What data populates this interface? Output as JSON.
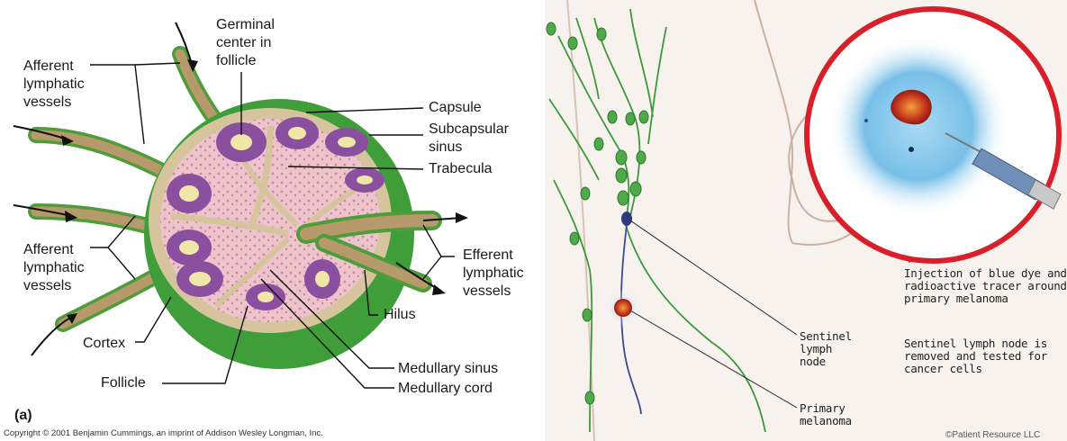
{
  "left_panel": {
    "panel_letter": "(a)",
    "labels": {
      "germinal": "Germinal\ncenter in\nfollicle",
      "afferent_top": "Afferent\nlymphatic\nvessels",
      "afferent_bottom": "Afferent\nlymphatic\nvessels",
      "capsule": "Capsule",
      "subcapsular": "Subcapsular\nsinus",
      "trabecula": "Trabecula",
      "efferent": "Efferent\nlymphatic\nvessels",
      "hilus": "Hilus",
      "cortex": "Cortex",
      "follicle": "Follicle",
      "medullary_sinus": "Medullary sinus",
      "medullary_cord": "Medullary cord"
    },
    "copyright": "Copyright © 2001 Benjamin Cummings, an imprint of Addison Wesley Longman, Inc."
  },
  "right_panel": {
    "labels": {
      "injection": "Injection of blue dye and\nradioactive tracer around\nprimary melanoma",
      "removed": "Sentinel lymph node is\nremoved and tested for\ncancer cells",
      "sentinel": "Sentinel\nlymph\nnode",
      "primary": "Primary\nmelanoma"
    },
    "copyright": "©Patient Resource LLC"
  },
  "colors": {
    "capsule_green": "#3f9e3a",
    "follicle_purple": "#8a4f9e",
    "tissue_pink": "#e8b7c2",
    "vessel_tan": "#b79a6c",
    "lymph_green": "#3c9a3c",
    "dye_blue": "#6cb7e3",
    "circle_red": "#d8202a"
  }
}
